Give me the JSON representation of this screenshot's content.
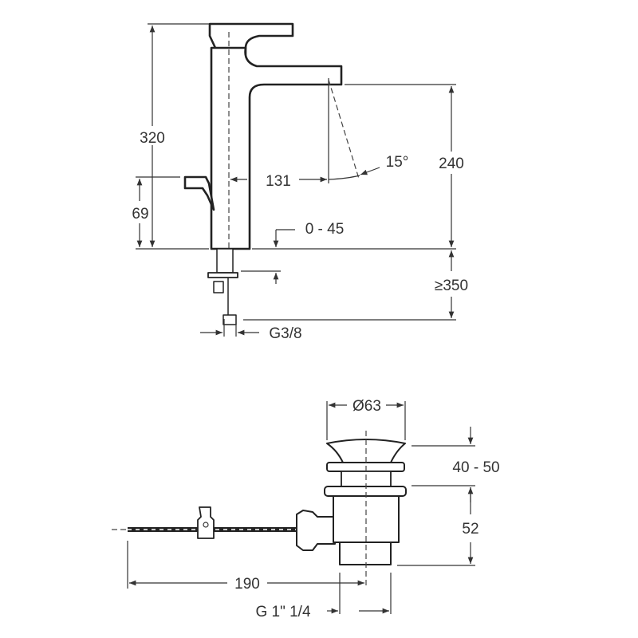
{
  "faucet": {
    "dimensions": {
      "total_height": "320",
      "lever_height": "69",
      "spout_reach": "131",
      "spout_angle": "15°",
      "spout_height": "240",
      "deck_thickness": "0 - 45",
      "hose_length": "≥350",
      "connection_thread": "G3/8"
    }
  },
  "waste": {
    "dimensions": {
      "diameter": "Ø63",
      "clamp_range": "40 - 50",
      "body_height": "52",
      "rod_length": "190",
      "outlet_thread": "G 1\" 1/4"
    }
  },
  "colors": {
    "line": "#222222",
    "background": "#ffffff"
  }
}
